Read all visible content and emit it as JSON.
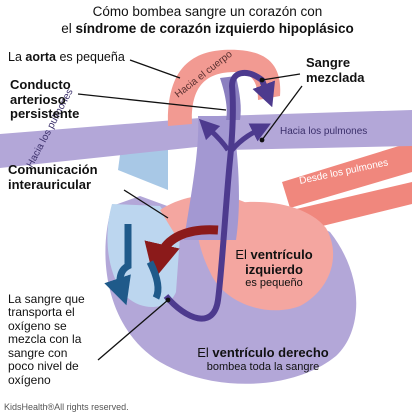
{
  "title": {
    "line1": "Cómo bombea sangre un corazón con",
    "line2_pre": "el ",
    "line2_bold": "síndrome de corazón izquierdo hipoplásico"
  },
  "labels": {
    "aorta_pre": "La ",
    "aorta_bold": "aorta",
    "aorta_post": " es pequeña",
    "ductus": [
      "Conducto",
      "arterioso",
      "persistente"
    ],
    "mixed": [
      "Sangre",
      "mezclada"
    ],
    "asd": [
      "Comunicación",
      "interauricular"
    ],
    "lv_pre": "El ",
    "lv_bold": [
      "ventrículo",
      "izquierdo"
    ],
    "lv_sub": "es pequeño",
    "rv_pre": "El ",
    "rv_bold": "ventrículo derecho",
    "rv_sub": "bombea toda la sangre",
    "mixing_note": [
      "La sangre que",
      "transporta el",
      "oxígeno se",
      "mezcla con la",
      "sangre con",
      "poco nivel de",
      "oxígeno"
    ]
  },
  "vessel_labels": {
    "to_body": "Hacia el cuerpo",
    "to_lungs_left": "Hacia los pulmones",
    "to_lungs_right": "Hacia los pulmones",
    "from_lungs": "Desde los pulmones"
  },
  "footer": "KidsHealth®All rights reserved.",
  "colors": {
    "oxygen_rich": "#e07068",
    "oxygen_poor": "#8b7fc0",
    "mixed_blood": "#4d3a8e",
    "septum": "#8b1a1a",
    "atrium_blue": "#bcd6ef",
    "heart_pink": "#f4a6a0"
  }
}
